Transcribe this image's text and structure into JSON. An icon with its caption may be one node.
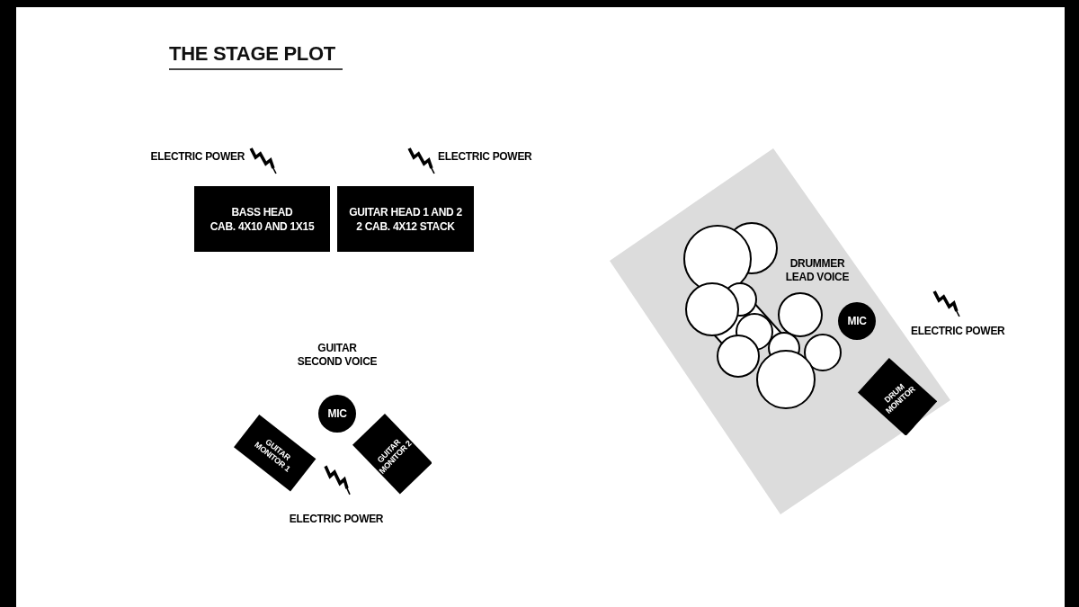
{
  "diagram": {
    "title": "THE STAGE PLOT",
    "nodes": [
      {
        "text": [
          "BASS HEAD",
          "CAB. 4X10 AND 1X15"
        ]
      },
      {
        "text": [
          "GUITAR HEAD 1 AND 2",
          "2 CAB. 4X12 STACK"
        ]
      },
      {
        "text": [
          "MIC"
        ],
        "beside": [
          "GUITAR SECOND VOICE"
        ]
      },
      {
        "text": [
          "GUITAR MONITOR 1"
        ]
      },
      {
        "text": [
          "GUITAR MONITOR 2"
        ]
      },
      {
        "text": [],
        "shape": "box"
      },
      {
        "text": [
          "MIC"
        ],
        "beside": [
          "DRUMMER LEAD VOICE"
        ],
        "in": 5
      },
      {
        "text": [
          "DRUM MONITOR"
        ],
        "in": 5
      }
    ],
    "labels": [
      "ELECTRIC POWER",
      "ELECTRIC POWER",
      "ELECTRIC POWER",
      "ELECTRIC POWER"
    ]
  }
}
